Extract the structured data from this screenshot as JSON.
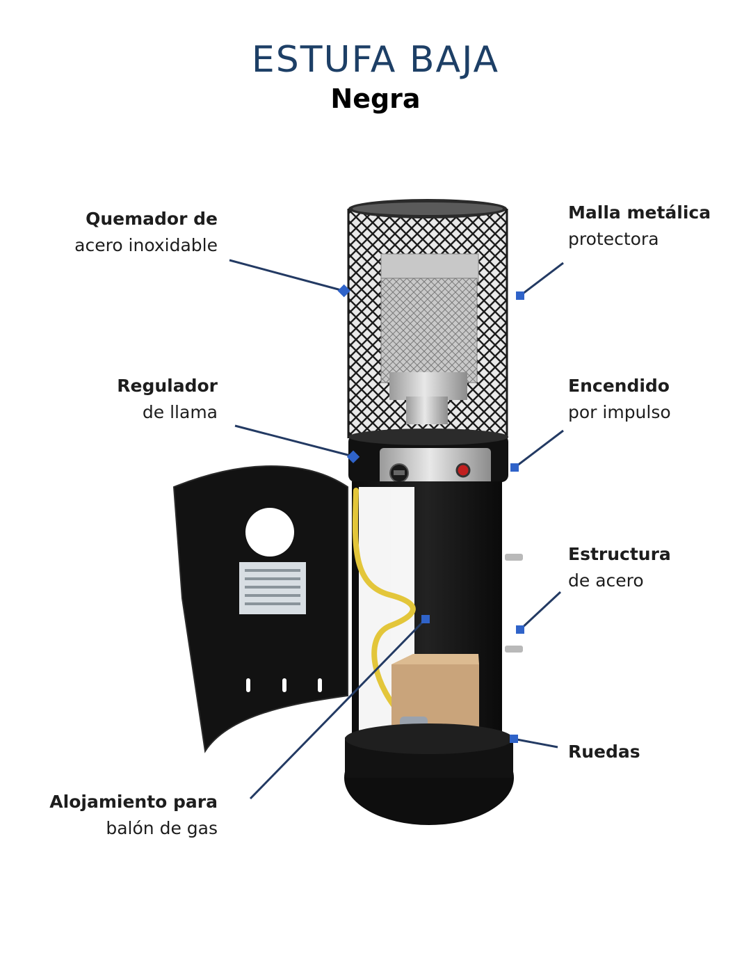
{
  "title": "ESTUFA BAJA",
  "subtitle": "Negra",
  "colors": {
    "title": "#1d3f66",
    "leader": "#233a63",
    "marker": "#2f63c9",
    "body": "#121212",
    "hose": "#e3c63a",
    "box": "#c9a47b"
  },
  "labels": {
    "quemador": {
      "bold": "Quemador de",
      "normal": "acero inoxidable"
    },
    "malla": {
      "bold": "Malla metálica",
      "normal": "protectora"
    },
    "regulador": {
      "bold": "Regulador",
      "normal": "de llama"
    },
    "encendido": {
      "bold": "Encendido",
      "normal": "por impulso"
    },
    "estructura": {
      "bold": "Estructura",
      "normal": "de acero"
    },
    "ruedas": {
      "bold": "Ruedas",
      "normal": ""
    },
    "alojamiento": {
      "bold": "Alojamiento para",
      "normal": "balón de gas"
    }
  }
}
